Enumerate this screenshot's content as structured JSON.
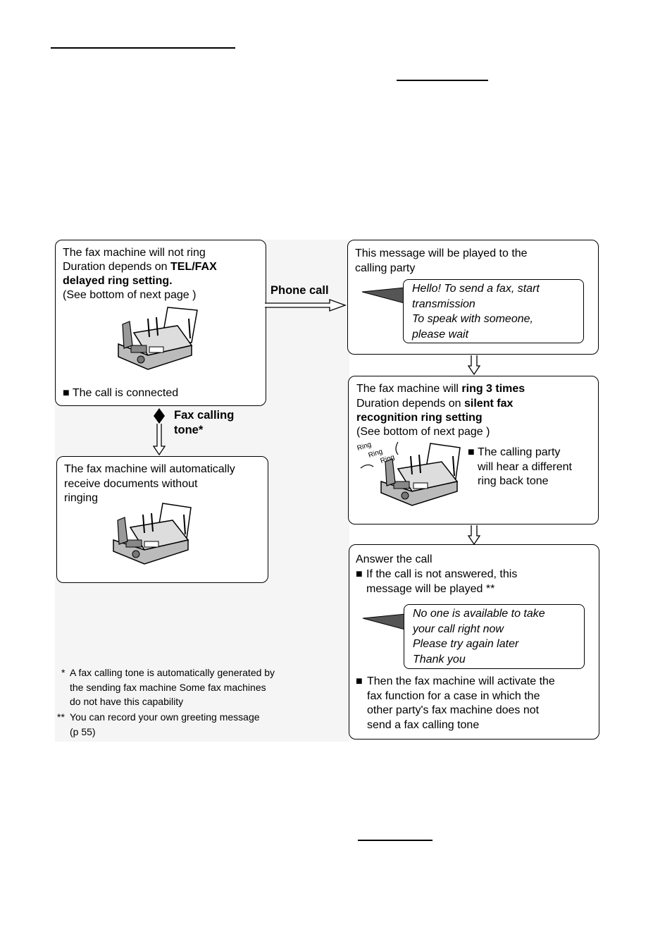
{
  "left_top": {
    "line1": "The fax machine will not ring",
    "line2_prefix": "Duration depends on ",
    "line2_bold": "TEL/FAX",
    "line3_bold": "delayed ring setting.",
    "line4": "(See bottom of next page )",
    "status": "The call is connected"
  },
  "phone_call_label": "Phone call",
  "fax_tone_label": "Fax calling\ntone*",
  "left_bottom": {
    "text": "The fax machine will automatically\nreceive documents without\nringing"
  },
  "right_top": {
    "text": "This message will be played to the\ncalling party",
    "bubble": "Hello! To send a fax, start\ntransmission\nTo speak with someone,\nplease wait"
  },
  "right_middle": {
    "line1_prefix": "The fax machine will ",
    "line1_bold": "ring 3 times",
    "line2_prefix": "Duration depends on ",
    "line2_bold": "silent fax",
    "line3_bold": "recognition ring setting",
    "line4": "(See bottom of next page )",
    "ring_words": [
      "Ring",
      "Ring",
      "Ring"
    ],
    "bullet": "The calling party\nwill hear a different\nring back tone"
  },
  "right_bottom": {
    "heading": "Answer the call",
    "bullet1": "If the call is not answered, this\nmessage will be played **",
    "bubble": "No one is available to take\nyour call right now\nPlease try again later\nThank you",
    "bullet2": "Then the fax machine will activate the\nfax function for a case in which the\nother party's fax machine does not\nsend a fax calling tone"
  },
  "footnotes": {
    "note1": "A fax calling tone is automatically generated by\nthe sending fax machine  Some fax machines\ndo not have this capability",
    "note2": "You can record your own greeting message\n(p  55)",
    "mark1": "*",
    "mark2": "**"
  },
  "icons": [
    "fax-machine-icon",
    "speaker-icon",
    "arrow-right-icon",
    "arrow-down-icon",
    "diamond-icon"
  ],
  "colors": {
    "border": "#000000",
    "panel": "#f5f5f5"
  }
}
